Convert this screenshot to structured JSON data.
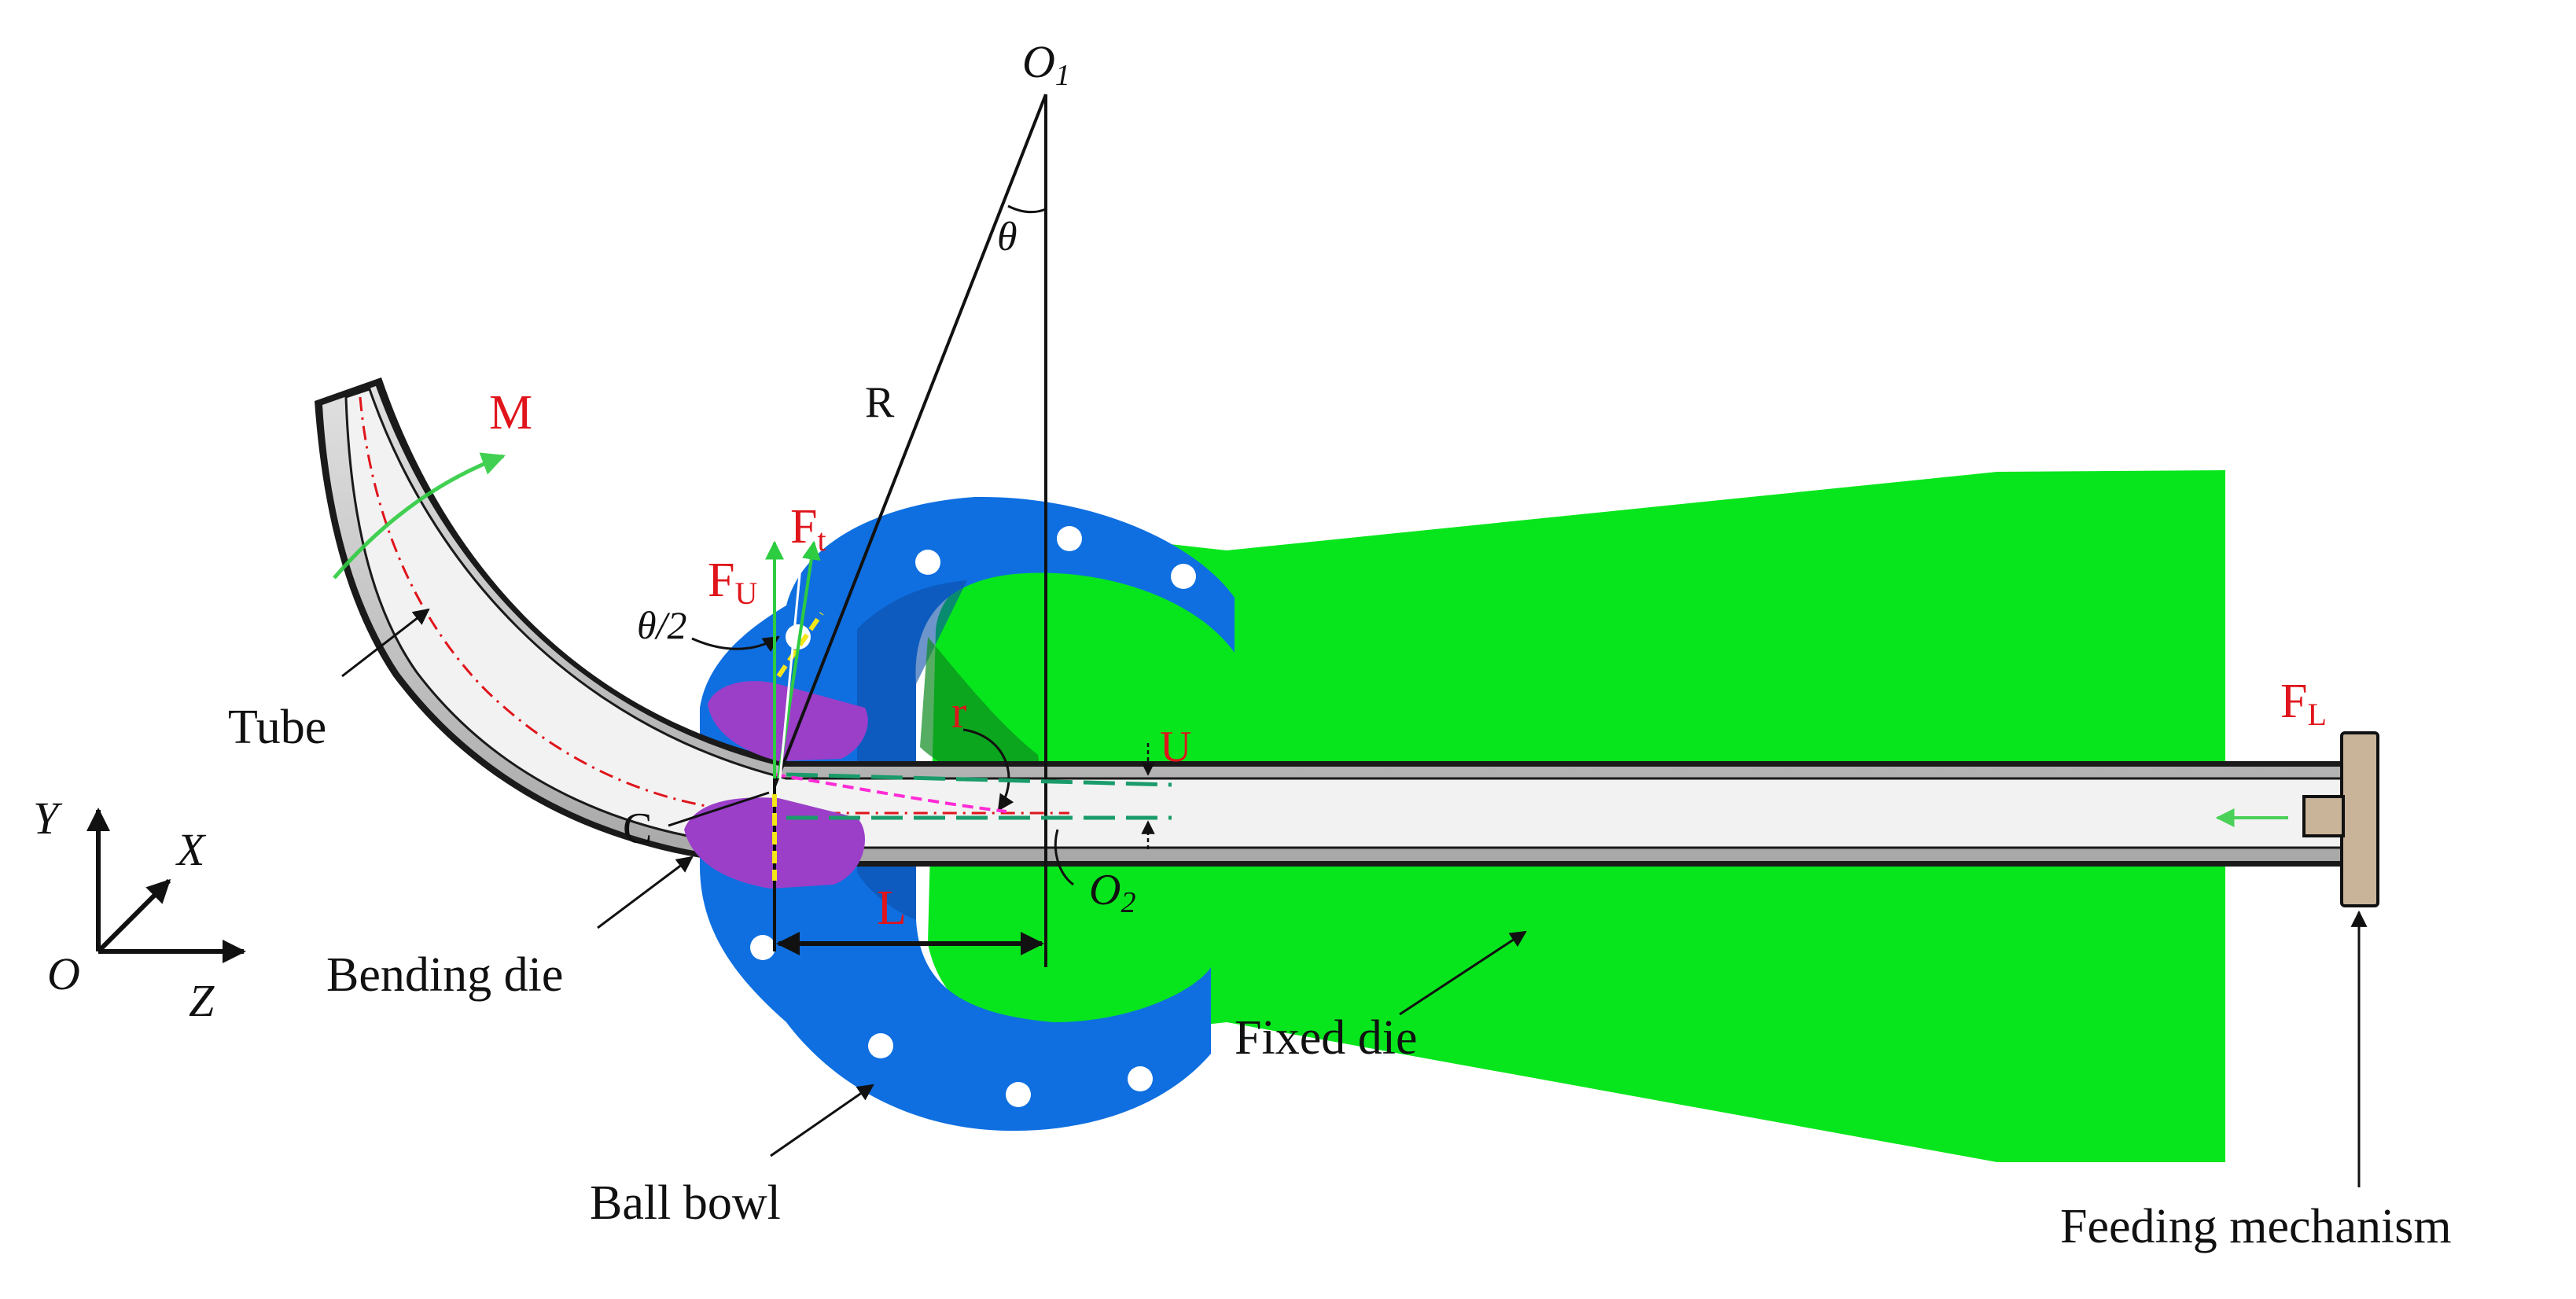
{
  "labels": {
    "o1": "O",
    "o1_sub": "1",
    "theta": "θ",
    "r_big": "R",
    "m": "M",
    "ft": "F",
    "ft_sub": "t",
    "fu": "F",
    "fu_sub": "U",
    "theta_half": "θ/2",
    "r_small": "r",
    "u": "U",
    "fl": "F",
    "fl_sub": "L",
    "c": "C",
    "l": "L",
    "o2": "O",
    "o2_sub": "2",
    "tube": "Tube",
    "bending_die": "Bending die",
    "ball_bowl": "Ball bowl",
    "fixed_die": "Fixed die",
    "feeding_mechanism": "Feeding mechanism",
    "axis_y": "Y",
    "axis_x": "X",
    "axis_z": "Z",
    "axis_o": "O"
  },
  "colors": {
    "fixed_die": "#07e61d",
    "ball_bowl": "#0f6fe0",
    "bending_die": "#9b3fc8",
    "tube_wall": "#c8c8c8",
    "tube_inner": "#f2f2f2",
    "feeding_mechanism": "#c9b49a",
    "label_red": "#e0141b",
    "dashed_green": "#1a9c6a",
    "dashed_magenta": "#ff2bd6"
  },
  "icons": {
    "axes": "xyz-coordinate-axes-icon"
  }
}
